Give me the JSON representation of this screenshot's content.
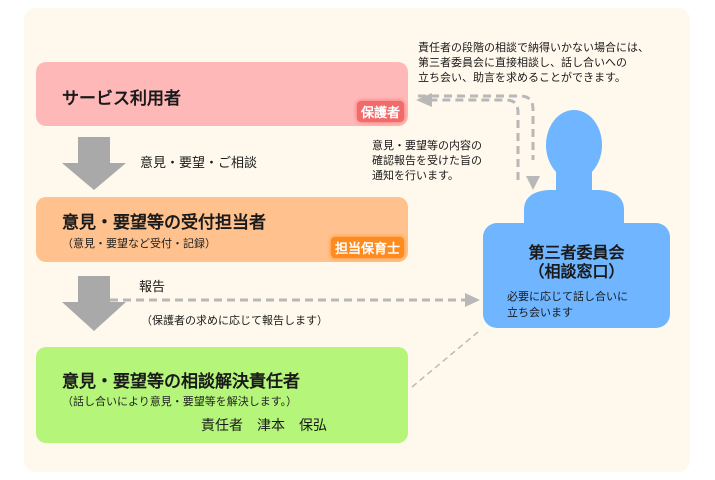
{
  "diagram": {
    "nodes": {
      "service_user": {
        "title": "サービス利用者",
        "role_badge": "保護者",
        "color": "#ffb8b8",
        "icon_color": "#f26b6b"
      },
      "reception": {
        "title": "意見・要望等の受付担当者",
        "subtitle": "（意見・要望など受付・記録）",
        "role_badge": "担当保育士",
        "color": "#ffc28e",
        "icon_color": "#ff8a1e"
      },
      "resolver": {
        "title": "意見・要望等の相談解決責任者",
        "subtitle": "（話し合いにより意見・要望等を解決します。）",
        "responsible": "責任者　津本　保弘",
        "color": "#b5f57a",
        "icon_color": "#6cc62a"
      },
      "committee": {
        "title_line1": "第三者委員会",
        "title_line2": "（相談窓口）",
        "desc_line1": "必要に応じて話し合いに",
        "desc_line2": "立ち会います",
        "color": "#6fb5ff"
      }
    },
    "edges": {
      "opinion_label": "意見・要望・ご相談",
      "report_label": "報告",
      "report_sub": "（保護者の求めに応じて報告します）",
      "direct_note": {
        "line1": "責任者の段階の相談で納得いかない場合には、",
        "line2": "第三者委員会に直接相談し、話し合いへの",
        "line3": "立ち会い、助言を求めることができます。"
      },
      "notify_note": {
        "line1": "意見・要望等の内容の",
        "line2": "確認報告を受けた旨の",
        "line3": "通知を行います。"
      }
    },
    "colors": {
      "background": "#fef9ec",
      "arrow": "#a9a9a9",
      "dashed": "#b8b8b8"
    }
  }
}
